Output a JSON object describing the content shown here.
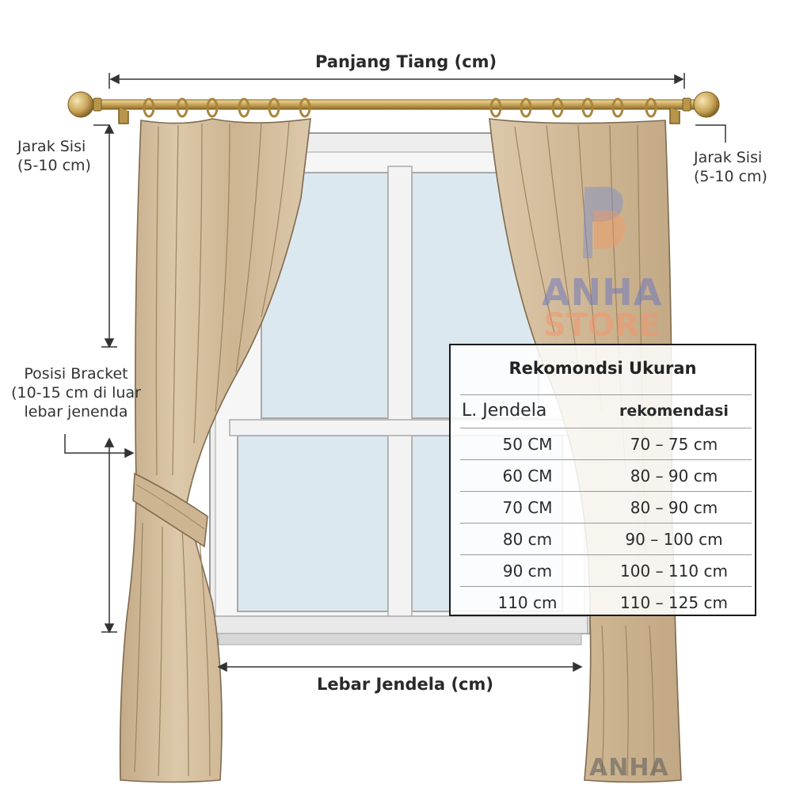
{
  "labels": {
    "rod_length": "Panjang Tiang (cm)",
    "side_left_line1": "Jarak Sisi",
    "side_left_line2": "(5-10 cm)",
    "side_right_line1": "Jarak Sisi",
    "side_right_line2": "(5-10 cm)",
    "bracket_line1": "Posisi Bracket",
    "bracket_line2": "(10-15 cm di luar",
    "bracket_line3": "lebar jenenda",
    "window_width": "Lebar Jendela (cm)"
  },
  "table": {
    "title": "Rekomondsi Ukuran",
    "col1_header": "L. Jendela",
    "col2_header": "rekomendasi",
    "rows": [
      {
        "width": "50 CM",
        "rec": "70 – 75 cm"
      },
      {
        "width": "60 CM",
        "rec": "80 – 90 cm"
      },
      {
        "width": "70 CM",
        "rec": "80 – 90 cm"
      },
      {
        "width": "80 cm",
        "rec": "90 – 100 cm"
      },
      {
        "width": "90 cm",
        "rec": "100 – 110 cm"
      },
      {
        "width": "110 cm",
        "rec": "110 – 125 cm"
      }
    ]
  },
  "watermark": {
    "brand_top": "ANHA",
    "brand_bottom": "STORE",
    "footer": "ANHA"
  },
  "colors": {
    "curtain": "#d6c2a5",
    "curtain_shadow": "#b89e7c",
    "rod": "#c9a65a",
    "glass": "#dde8ee",
    "frame": "#ececec"
  }
}
